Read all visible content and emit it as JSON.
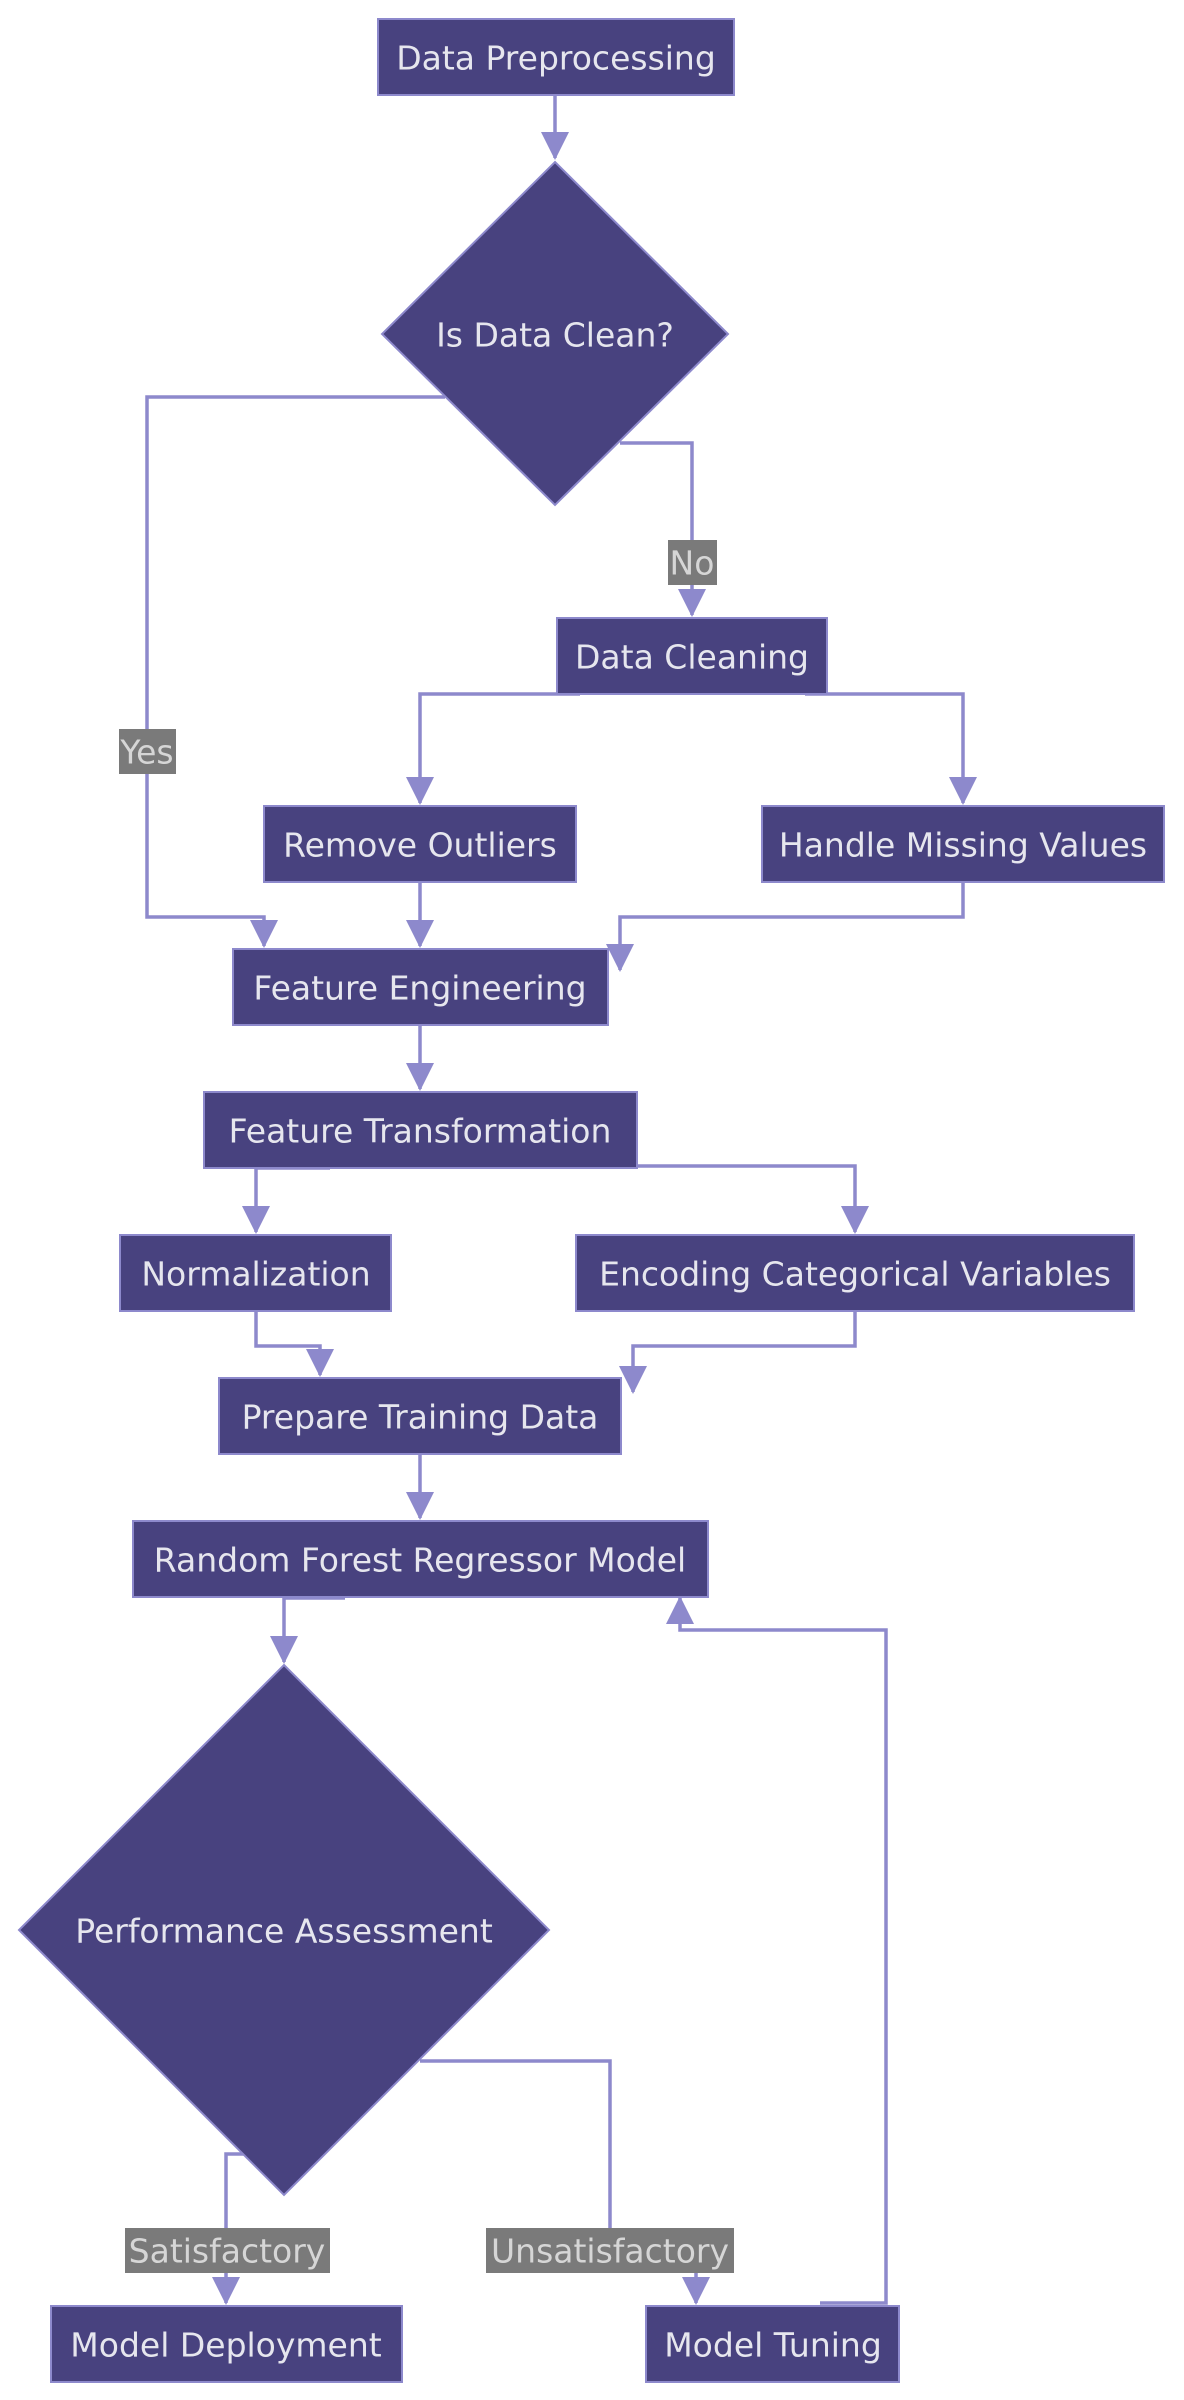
{
  "diagram": {
    "colors": {
      "node_fill": "#48427f",
      "node_stroke": "#8d89cc",
      "edge": "#8d89cc",
      "node_text": "#e6e6ee",
      "edge_label_bg": "#7a7a7a",
      "edge_label_text": "#d6d6d6"
    },
    "nodes": {
      "data_preprocessing": "Data Preprocessing",
      "is_data_clean": "Is Data Clean?",
      "data_cleaning": "Data Cleaning",
      "remove_outliers": "Remove Outliers",
      "handle_missing_values": "Handle Missing Values",
      "feature_engineering": "Feature Engineering",
      "feature_transformation": "Feature Transformation",
      "normalization": "Normalization",
      "encoding_categorical": "Encoding Categorical Variables",
      "prepare_training_data": "Prepare Training Data",
      "random_forest": "Random Forest Regressor Model",
      "performance_assessment": "Performance Assessment",
      "model_deployment": "Model Deployment",
      "model_tuning": "Model Tuning"
    },
    "edge_labels": {
      "yes": "Yes",
      "no": "No",
      "satisfactory": "Satisfactory",
      "unsatisfactory": "Unsatisfactory"
    }
  }
}
